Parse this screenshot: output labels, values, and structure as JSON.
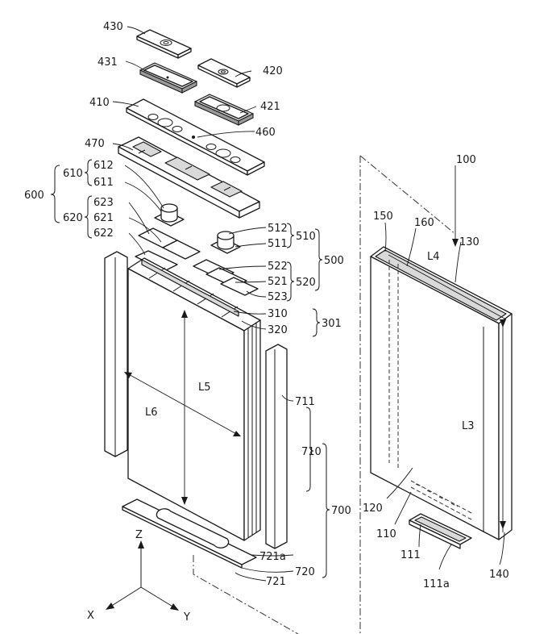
{
  "labels": {
    "l430": "430",
    "l431": "431",
    "l420": "420",
    "l410": "410",
    "l421": "421",
    "l460": "460",
    "l470": "470",
    "l600": "600",
    "l610": "610",
    "l612": "612",
    "l611": "611",
    "l620": "620",
    "l623": "623",
    "l621": "621",
    "l622": "622",
    "l512": "512",
    "l511": "511",
    "l510": "510",
    "l500": "500",
    "l522": "522",
    "l521": "521",
    "l520": "520",
    "l523": "523",
    "l310": "310",
    "l320": "320",
    "l301": "301",
    "lL5": "L5",
    "lL6": "L6",
    "l711": "711",
    "l710": "710",
    "l700": "700",
    "l721a": "721a",
    "l720": "720",
    "l721": "721",
    "l100": "100",
    "l150": "150",
    "l160": "160",
    "l130": "130",
    "lL4": "L4",
    "lL3": "L3",
    "l120": "120",
    "l110": "110",
    "l111": "111",
    "l111a": "111a",
    "l140": "140"
  },
  "axes": {
    "z": "Z",
    "x": "X",
    "y": "Y"
  }
}
